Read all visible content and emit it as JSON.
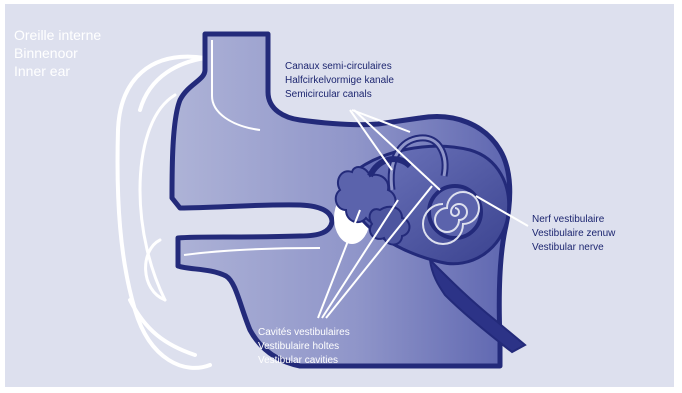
{
  "title": {
    "lines": [
      "Oreille interne",
      "Binnenoor",
      "Inner ear"
    ]
  },
  "labels": {
    "semicircular_canals": [
      "Canaux semi-circulaires",
      "Halfcirkelvormige kanale",
      "Semicircular canals"
    ],
    "vestibular_nerve": [
      "Nerf vestibulaire",
      "Vestibulaire zenuw",
      "Vestibular nerve"
    ],
    "vestibular_cavities": [
      "Cavités vestibulaires",
      "Vestibulaire holtes",
      "Vestibular cavities"
    ]
  },
  "colors": {
    "background": "#dde0ee",
    "outline": "#232a7a",
    "fill_light": "#a7acd3",
    "fill_mid": "#7f86c2",
    "fill_dark": "#2c3387",
    "text_dark": "#1d2670",
    "text_light": "#ffffff"
  }
}
